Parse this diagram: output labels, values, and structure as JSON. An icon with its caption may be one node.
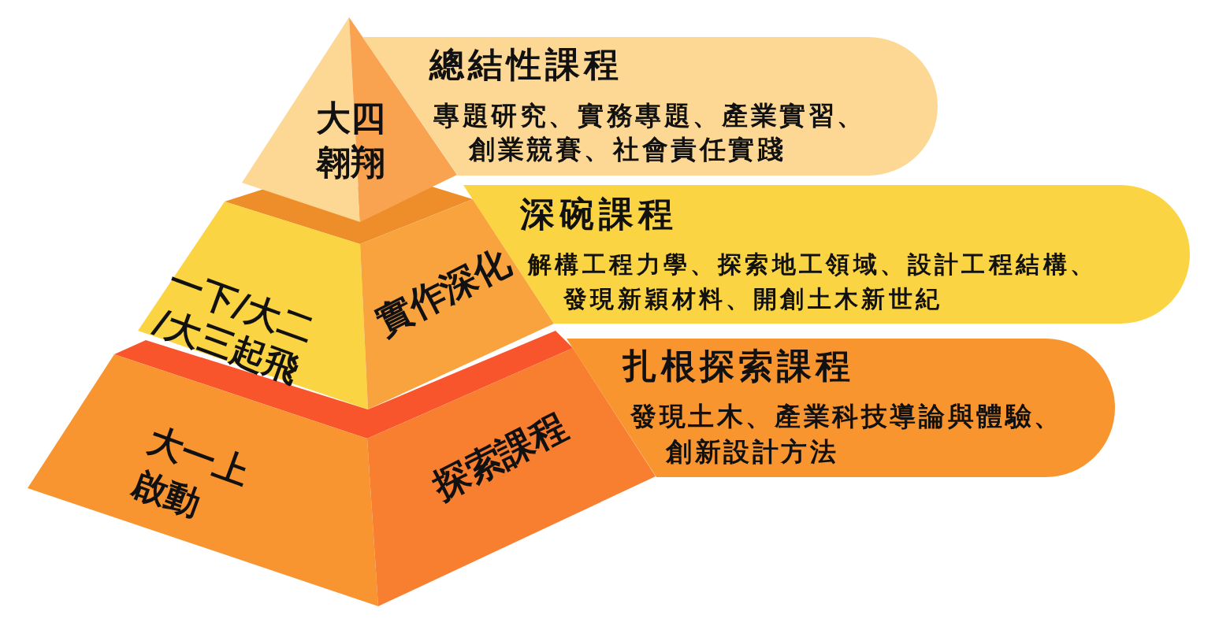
{
  "diagram": {
    "nodes": [
      {
        "text": [
          "大四翱翔"
        ]
      },
      {
        "text": [
          "總結性課程",
          "專題研究、實務專題、產業實習、創業競賽、社會責任實踐"
        ]
      },
      {
        "text": [
          "一下/大二/大三起飛",
          "實作深化"
        ]
      },
      {
        "text": [
          "深碗課程",
          "解構工程力學、探索地工領域、設計工程結構、發現新穎材料、開創土木新世紀"
        ]
      },
      {
        "text": [
          "大一上啟動",
          "探索課程"
        ]
      },
      {
        "text": [
          "扎根探索課程",
          "發現土木、產業科技導論與體驗、創新設計方法"
        ]
      }
    ]
  }
}
